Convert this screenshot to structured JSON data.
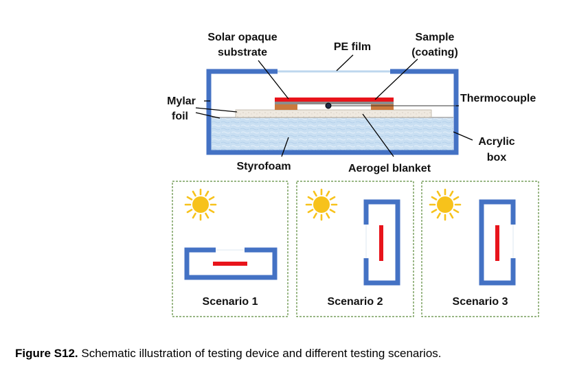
{
  "labels": {
    "solar_opaque_substrate": [
      "Solar opaque",
      "substrate"
    ],
    "pe_film": "PE film",
    "sample": [
      "Sample",
      "(coating)"
    ],
    "mylar_foil": [
      "Mylar",
      "foil"
    ],
    "thermocouple": "Thermocouple",
    "acrylic_box": [
      "Acrylic",
      "box"
    ],
    "styrofoam": "Styrofoam",
    "aerogel_blanket": "Aerogel blanket"
  },
  "scenarios": [
    {
      "label": "Scenario 1"
    },
    {
      "label": "Scenario 2"
    },
    {
      "label": "Scenario 3"
    }
  ],
  "caption": {
    "bold": "Figure S12.",
    "text": " Schematic illustration of testing device and different testing scenarios."
  },
  "colors": {
    "acrylic_blue": "#4472C4",
    "sample_red": "#E8141B",
    "substrate_orange": "#C97A3E",
    "styrofoam_blue": "#C9DFF2",
    "aerogel_beige": "#EFE9E0",
    "pe_film": "#BDD7EE",
    "sun_yellow": "#F7C21B",
    "scenario_border": "#5A8A3A"
  }
}
